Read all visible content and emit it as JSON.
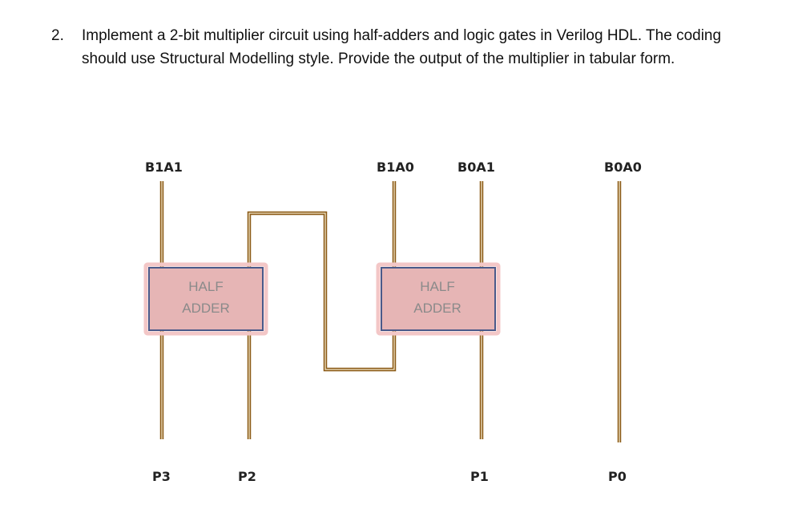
{
  "question": {
    "number": "2.",
    "text": "Implement a 2-bit multiplier circuit using half-adders and logic gates in Verilog HDL. The coding should use Structural Modelling style. Provide the output of the multiplier in tabular form."
  },
  "diagram": {
    "inputs": {
      "b1a1": "B1A1",
      "b1a0": "B1A0",
      "b0a1": "B0A1",
      "b0a0": "B0A0"
    },
    "outputs": {
      "p3": "P3",
      "p2": "P2",
      "p1": "P1",
      "p0": "P0"
    },
    "half_adder_left": {
      "line1": "HALF",
      "line2": "ADDER"
    },
    "half_adder_right": {
      "line1": "HALF",
      "line2": "ADDER"
    },
    "colors": {
      "wire_outer": "#8b5a17",
      "wire_inner": "#f2e6c8",
      "block_fill": "#e6b5b5",
      "block_border": "#4a5a8a",
      "block_glow": "#f3c7c7"
    }
  }
}
